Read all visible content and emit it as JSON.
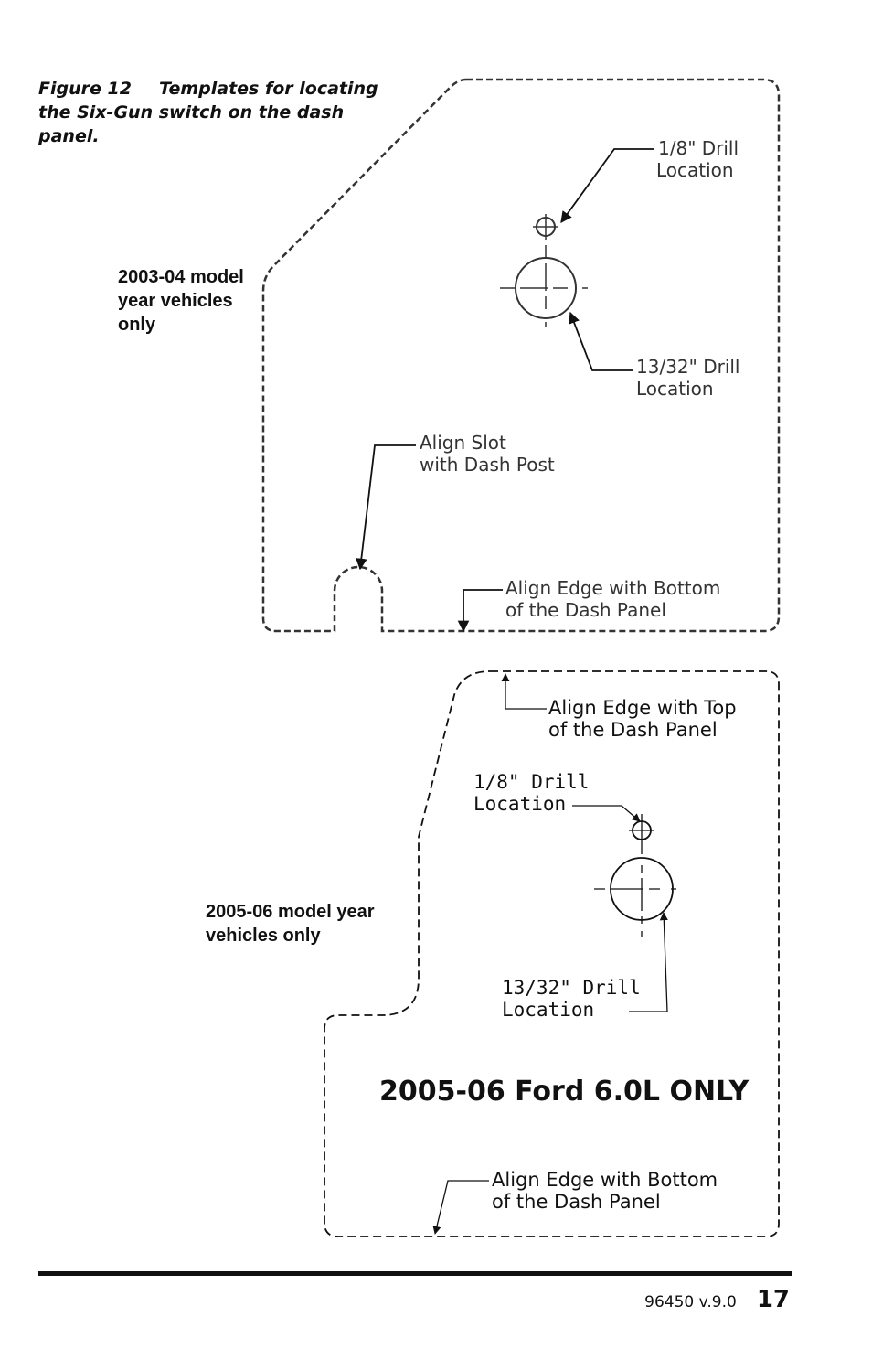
{
  "caption": {
    "figure_label": "Figure 12",
    "text": "Templates for locating the Six-Gun switch on the dash panel."
  },
  "template_top": {
    "side_label": "2003-04 model year vehicles only",
    "drill_small": [
      "1/8\" Drill",
      "Location"
    ],
    "drill_large": [
      "13/32\" Drill",
      "Location"
    ],
    "slot": [
      "Align Slot",
      "with Dash Post"
    ],
    "edge_bottom": [
      "Align Edge with Bottom",
      "of the Dash Panel"
    ]
  },
  "template_bottom": {
    "side_label": "2005-06 model year vehicles only",
    "edge_top": [
      "Align Edge with Top",
      "of the Dash Panel"
    ],
    "drill_small": [
      "1/8\" Drill",
      "Location"
    ],
    "drill_large": [
      "13/32\" Drill",
      "Location"
    ],
    "title": "2005-06 Ford 6.0L ONLY",
    "edge_bottom": [
      "Align Edge with Bottom",
      "of the Dash Panel"
    ]
  },
  "footer": {
    "doc_id": "96450 v.9.0",
    "page_number": "17"
  }
}
